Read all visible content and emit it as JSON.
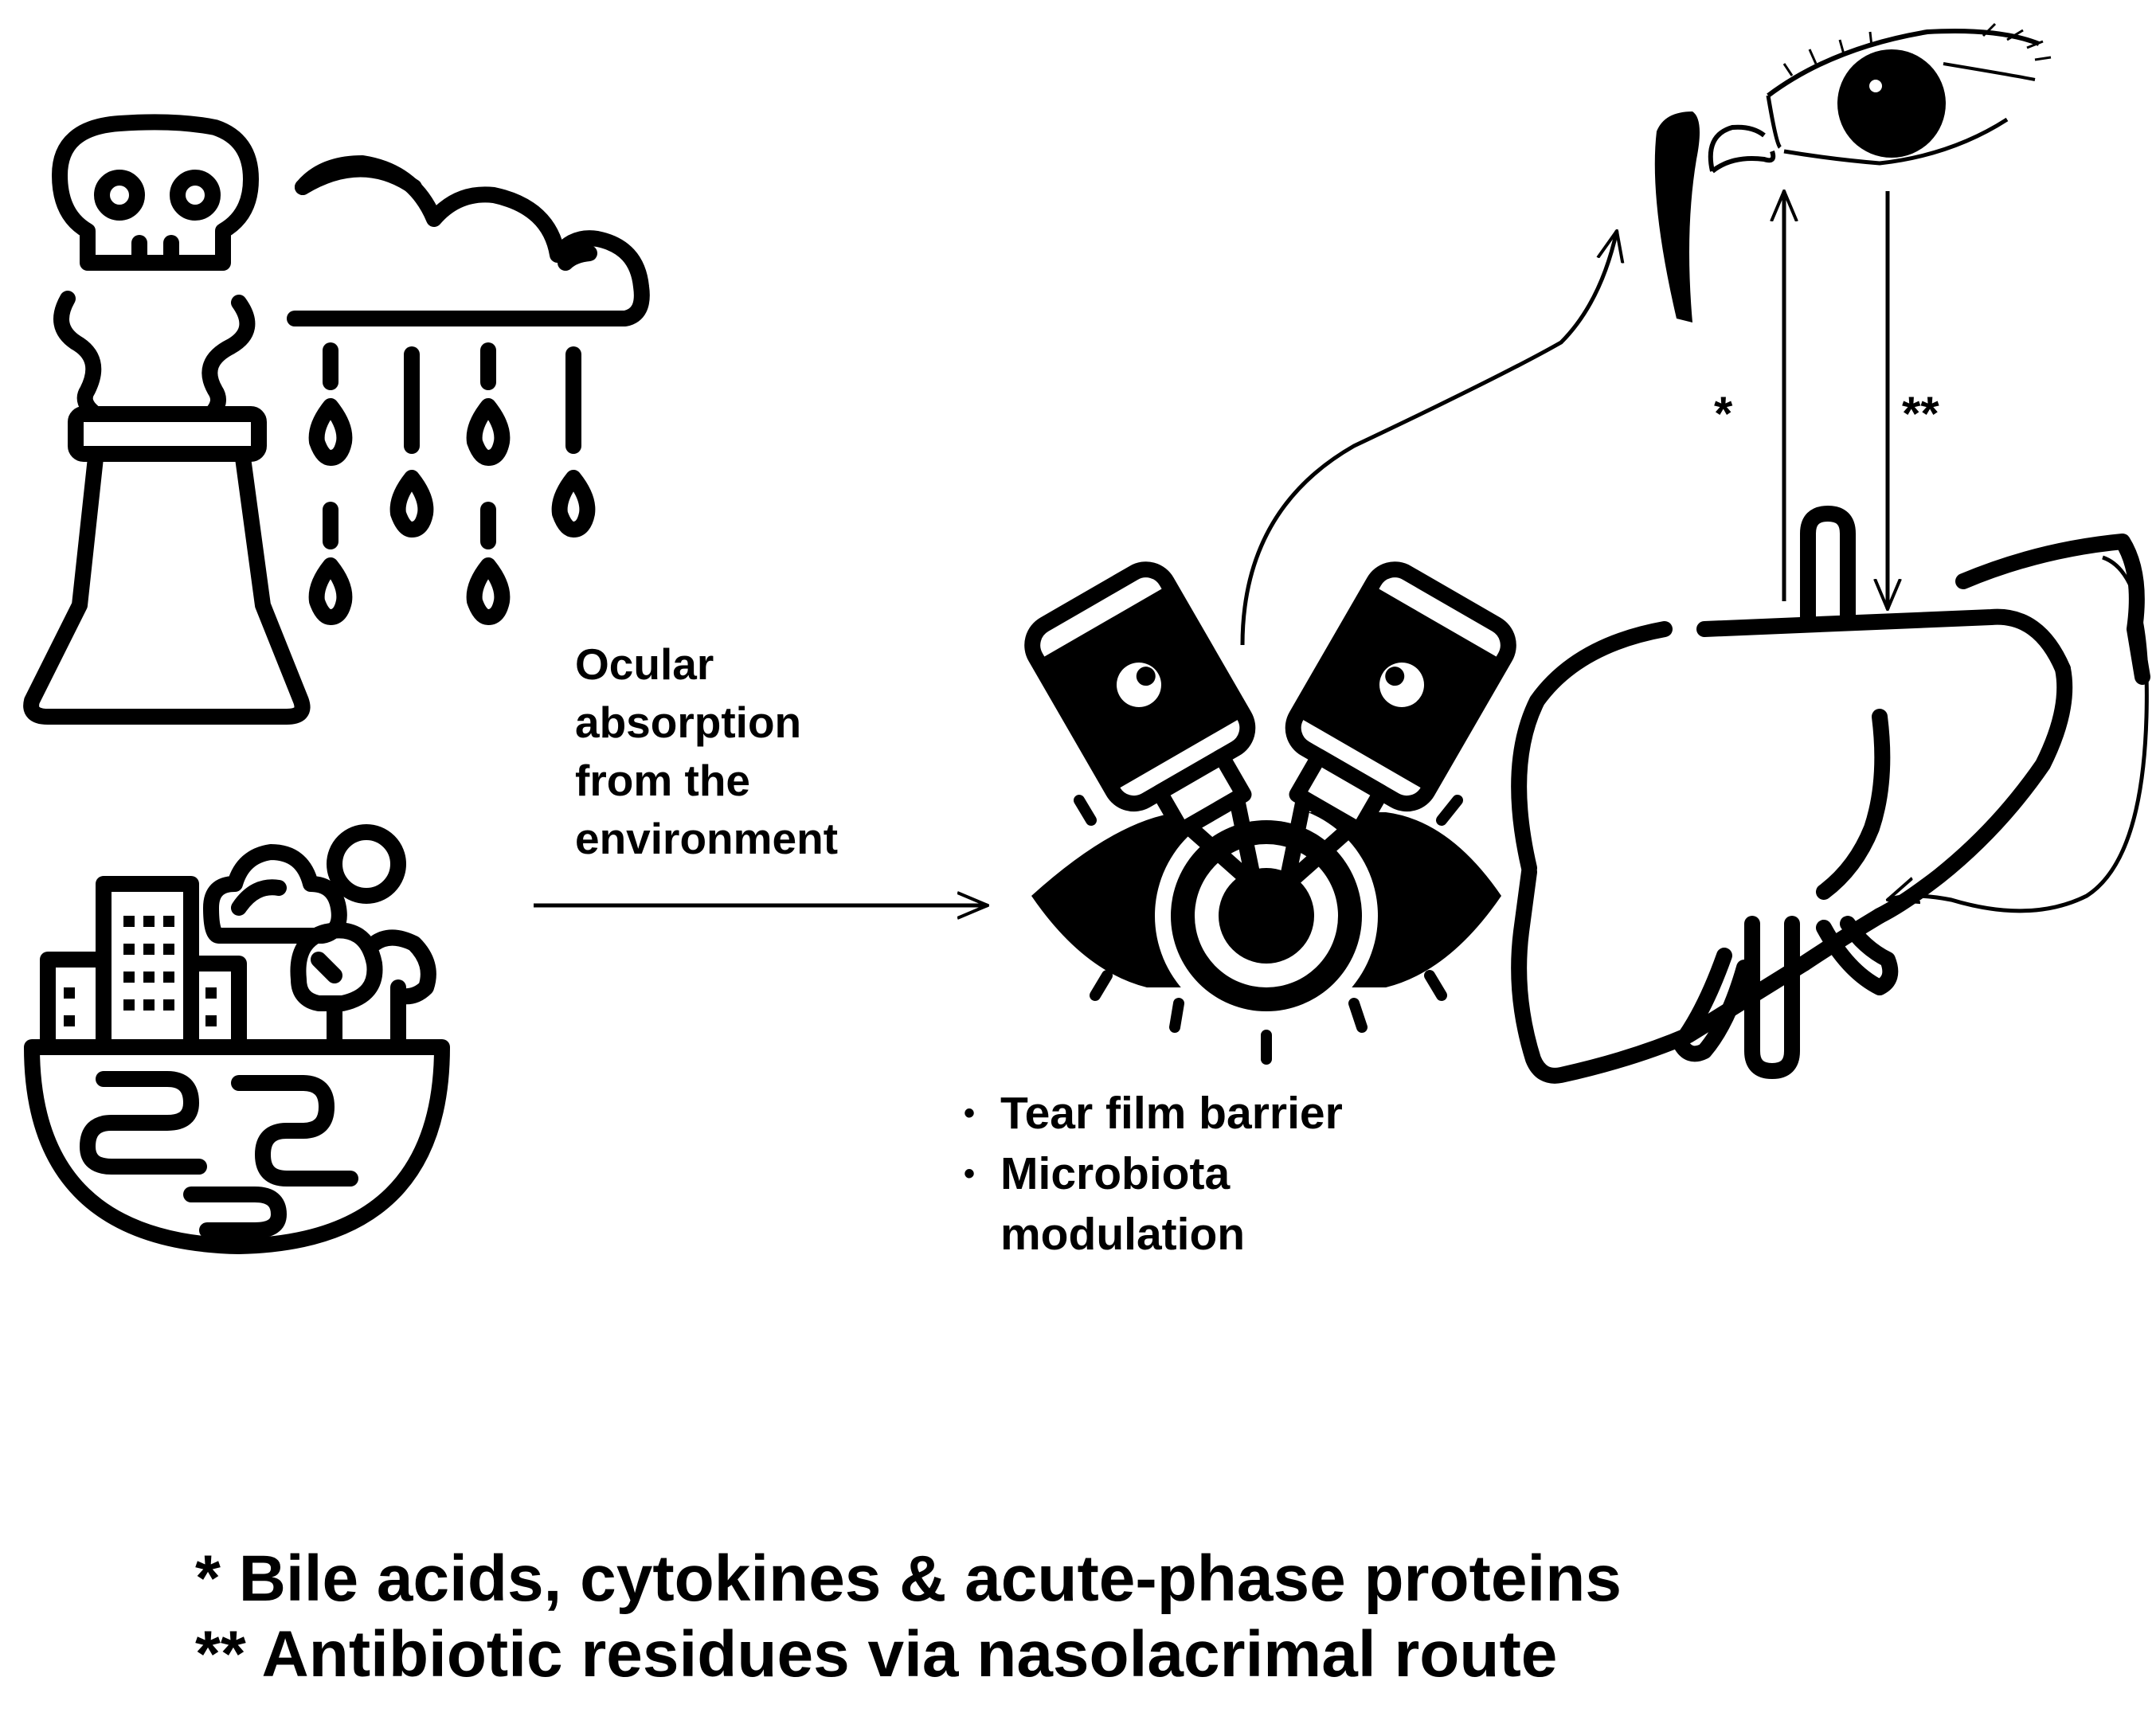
{
  "labels": {
    "ocular_absorption": "Ocular\nabsorption\nfrom the\nenvironment",
    "bullets": [
      "Tear film barrier",
      "Microbiota\nmodulation"
    ],
    "bullet_char": "•",
    "asterisk_single": "*",
    "asterisk_double": "**"
  },
  "footnotes": [
    "* Bile acids, cytokines & acute-phase proteins",
    "** Antibiotic residues via nasolacrimal route"
  ],
  "icons": {
    "pollution": "factory-pollution-icon",
    "environment": "city-landscape-icon",
    "ocular": "eye-with-eyedrops-icon",
    "liver": "liver-icon",
    "eye": "human-eye-icon"
  },
  "colors": {
    "ink": "#000000",
    "background": "#ffffff"
  }
}
